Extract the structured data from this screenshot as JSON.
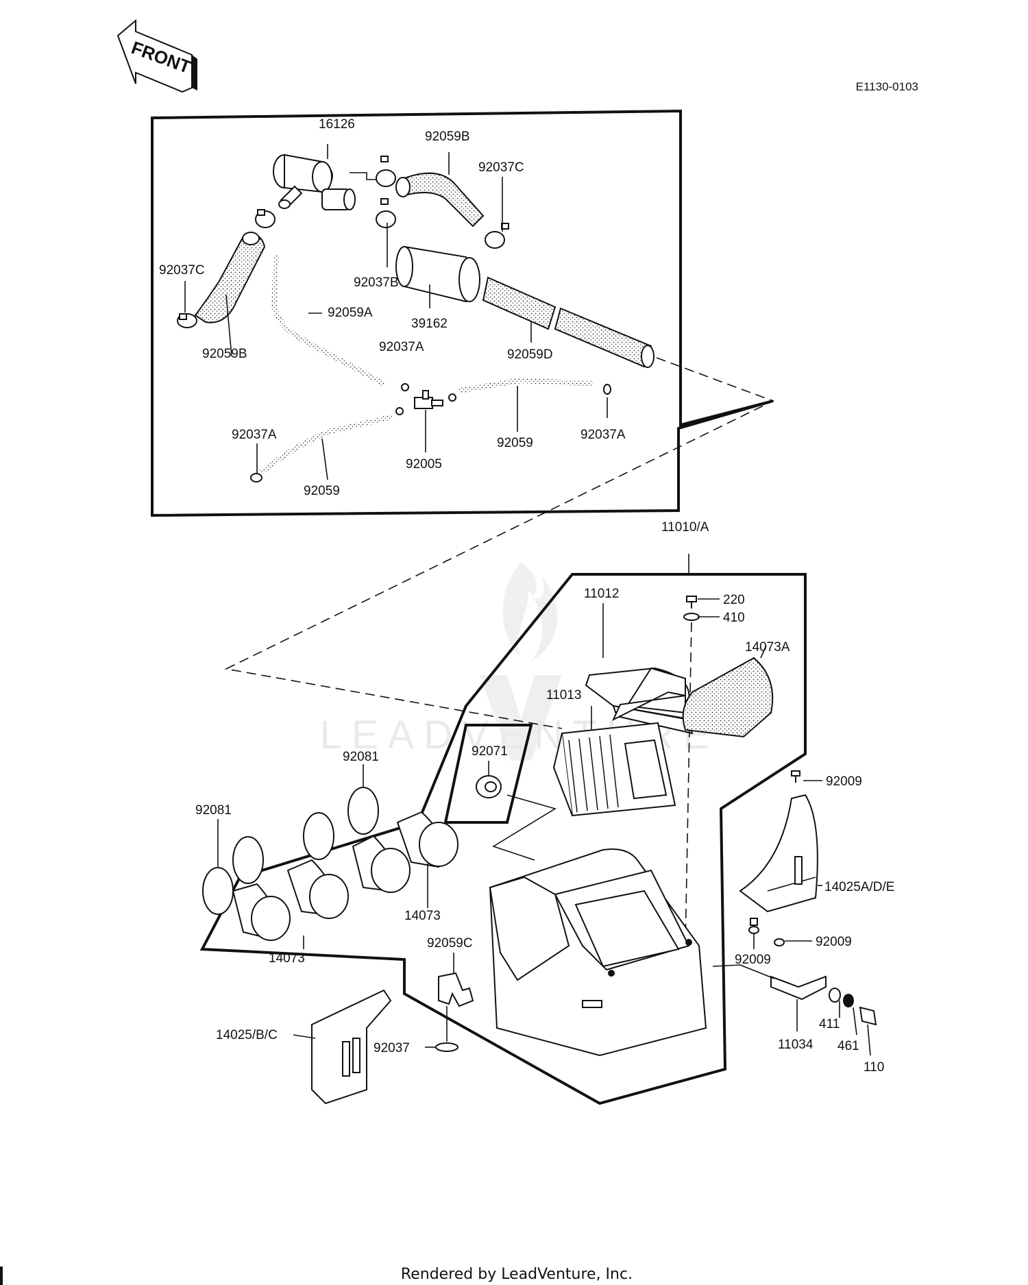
{
  "diagram": {
    "front_label": "FRONT",
    "diagram_code": "E1130-0103",
    "footer": "Rendered by LeadVenture, Inc.",
    "watermark": "LEADVENTURE",
    "labels": {
      "p16126": "16126",
      "p92059B_top": "92059B",
      "p92037C_top": "92037C",
      "p92037C_left": "92037C",
      "p92059B_left": "92059B",
      "p92059A": "92059A",
      "p92037B": "92037B",
      "p39162": "39162",
      "p92037A_mid": "92037A",
      "p92059D": "92059D",
      "p92037A_left": "92037A",
      "p92005": "92005",
      "p92059_right": "92059",
      "p92037A_right": "92037A",
      "p92059_left": "92059",
      "p11010A": "11010/A",
      "p11012": "11012",
      "p220": "220",
      "p410": "410",
      "p14073A": "14073A",
      "p11013": "11013",
      "p92071": "92071",
      "p92081_top": "92081",
      "p92081_left": "92081",
      "p92009_top": "92009",
      "p14025ADE": "14025A/D/E",
      "p14073_right": "14073",
      "p14073_left": "14073",
      "p92009_mid": "92009",
      "p92009_low": "92009",
      "p92059C": "92059C",
      "p14025BC": "14025/B/C",
      "p92037": "92037",
      "p11034": "11034",
      "p411": "411",
      "p461": "461",
      "p110": "110"
    }
  }
}
